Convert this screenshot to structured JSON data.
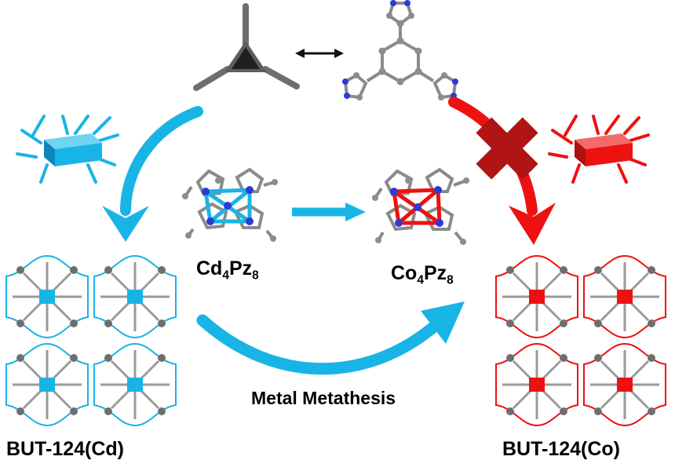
{
  "labels": {
    "cd_cluster_main": "Cd",
    "cd_cluster_sub1": "4",
    "cd_cluster_mid": "Pz",
    "cd_cluster_sub2": "8",
    "co_cluster_main": "Co",
    "co_cluster_sub1": "4",
    "co_cluster_mid": "Pz",
    "co_cluster_sub2": "8",
    "metathesis": "Metal Metathesis",
    "framework_cd": "BUT-124(Cd)",
    "framework_co": "BUT-124(Co)"
  },
  "colors": {
    "cyan": "#19b4e6",
    "cyan_dark": "#0f86b8",
    "red": "#ee1111",
    "red_dark": "#b01010",
    "cross": "#b01414",
    "gray": "#6e6e6e",
    "gray_light": "#9a9a9a",
    "nitrogen": "#2b3bd6",
    "black": "#111111"
  },
  "icons": [
    "tripodal-linker-icon",
    "triazole-ligand-icon",
    "prism-node-icon",
    "cross-icon",
    "framework-net-icon",
    "cluster-icon"
  ]
}
